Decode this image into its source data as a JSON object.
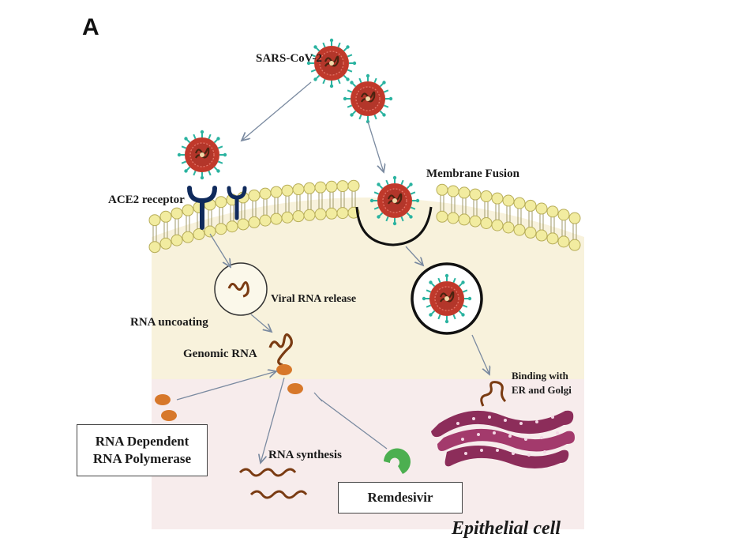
{
  "panel_label": "A",
  "labels": {
    "virus": "SARS-CoV-2",
    "ace2": "ACE2 receptor",
    "fusion": "Membrane Fusion",
    "viral_rna_release": "Viral RNA release",
    "rna_uncoating": "RNA uncoating",
    "genomic_rna": "Genomic RNA",
    "binding_line1": "Binding with",
    "binding_line2": "ER and Golgi",
    "rna_synthesis": "RNA synthesis",
    "rdrp_line1": "RNA Dependent",
    "rdrp_line2": "RNA Polymerase",
    "remdesivir": "Remdesivir",
    "cell": "Epithelial cell"
  },
  "icons": [
    "virus-icon",
    "ace2-receptor-icon",
    "rna-strand-icon",
    "polymerase-icon",
    "remdesivir-icon",
    "er-golgi-icon",
    "endosome-icon"
  ],
  "colors": {
    "virus_body": "#c0392b",
    "virus_spike": "#2ab3a0",
    "rna": "#7a3b12",
    "receptor": "#0f2a5c",
    "membrane_head": "#f2eca0",
    "cytoplasm": "#f8f2dc",
    "nucleus_region": "#f7ecec",
    "polymerase": "#d7782a",
    "remdesivir": "#4caf50",
    "er": "#8c2d5a"
  }
}
